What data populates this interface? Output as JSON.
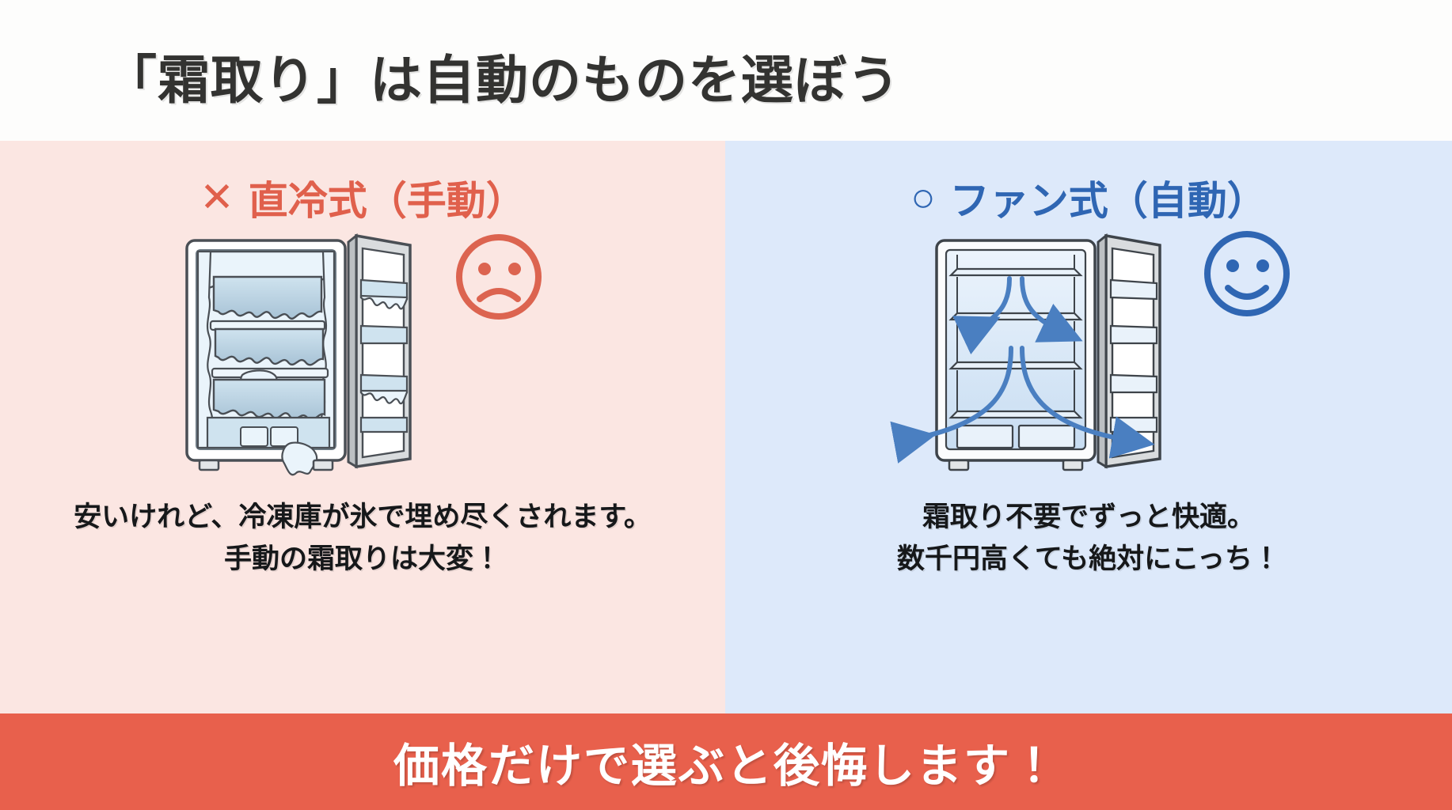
{
  "header": {
    "title": "「霜取り」は自動のものを選ぼう"
  },
  "colors": {
    "left_panel_bg": "#fbe6e2",
    "right_panel_bg": "#dde9fa",
    "left_accent": "#e0604c",
    "right_accent": "#2f66b3",
    "banner_bg": "#e8604c",
    "banner_text": "#ffffff",
    "title_text": "#333331",
    "caption_text": "#16181a",
    "ice_fill": "#bcd7e8",
    "frost_white": "#eaf4fb",
    "outline": "#4a4f55",
    "airflow_arrow": "#4a7fc1"
  },
  "panels": {
    "left": {
      "mark": "✕",
      "mark_name": "cross-mark",
      "heading": "直冷式（手動）",
      "face_icon": "sad-face-icon",
      "fridge_icon": "frosted-refrigerator-icon",
      "caption_lines": [
        "安いけれど、冷凍庫が氷で埋め尽くされます。",
        "手動の霜取りは大変！"
      ]
    },
    "right": {
      "mark": "○",
      "mark_name": "circle-mark",
      "heading": "ファン式（自動）",
      "face_icon": "happy-face-icon",
      "fridge_icon": "airflow-refrigerator-icon",
      "caption_lines": [
        "霜取り不要でずっと快適。",
        "数千円高くても絶対にこっち！"
      ]
    }
  },
  "banner": {
    "text": "価格だけで選ぶと後悔します！"
  }
}
